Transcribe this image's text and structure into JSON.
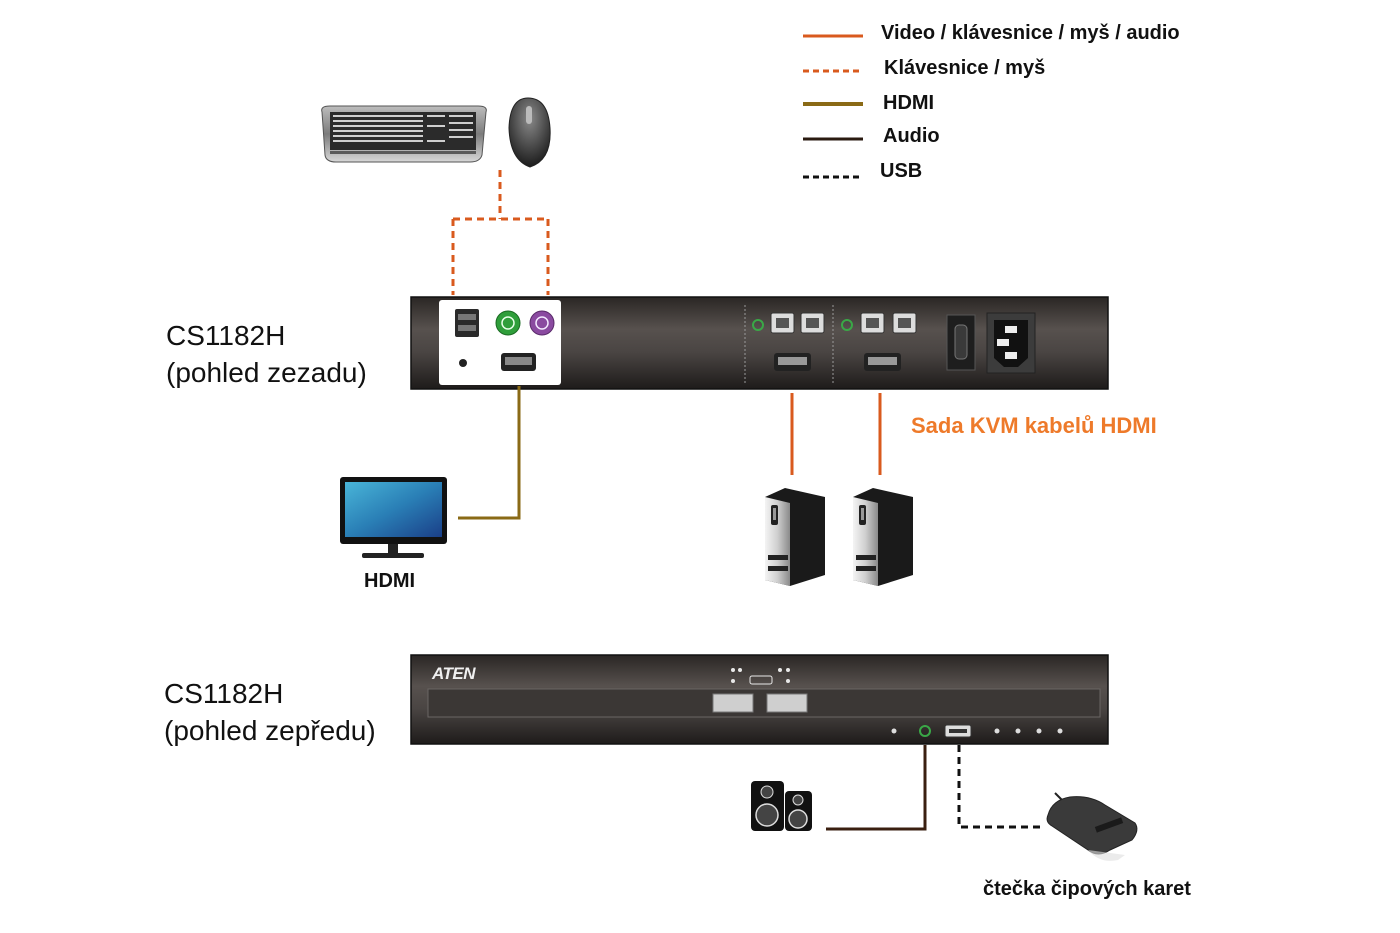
{
  "legend": {
    "items": [
      {
        "label": "Video / klávesnice / myš / audio",
        "color": "#d95a1e",
        "style": "solid"
      },
      {
        "label": "Klávesnice / myš",
        "color": "#d95a1e",
        "style": "dashed"
      },
      {
        "label": "HDMI",
        "color": "#8a6a16",
        "style": "solid"
      },
      {
        "label": "Audio",
        "color": "#2a1a10",
        "style": "solid"
      },
      {
        "label": "USB",
        "color": "#111111",
        "style": "dashed"
      }
    ]
  },
  "rear_device": {
    "model": "CS1182H",
    "view": "(pohled zezadu)"
  },
  "front_device": {
    "model": "CS1182H",
    "view": "(pohled zepředu)",
    "brand": "ATEN"
  },
  "labels": {
    "monitor": "HDMI",
    "kvm_cable_kit": "Sada KVM kabelů HDMI",
    "smart_card_reader": "čtečka čipových karet"
  },
  "colors": {
    "kvm_orange": "#ee7a2a",
    "device_body": "#3a3634"
  }
}
